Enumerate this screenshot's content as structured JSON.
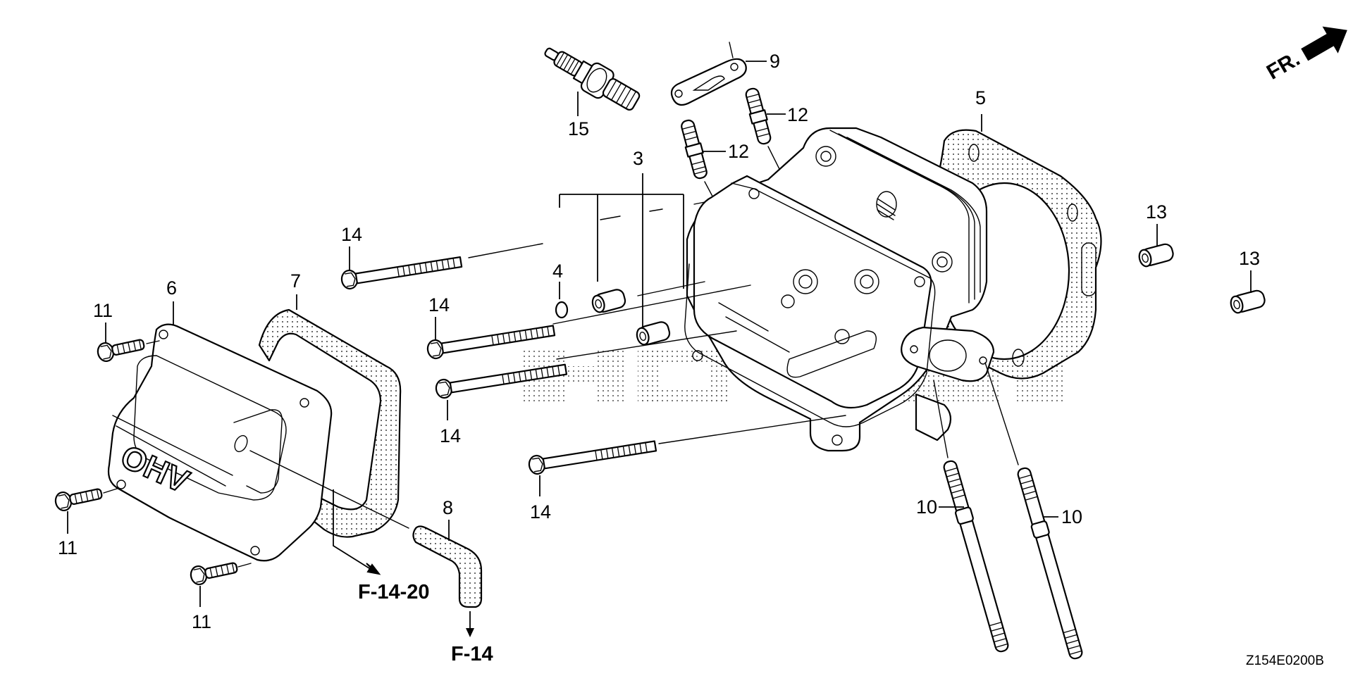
{
  "diagram": {
    "title": "Cylinder Head Exploded View",
    "diagram_code": "Z154E0200B",
    "orientation_indicator": {
      "label": "FR.",
      "icon": "front-direction-arrow-icon"
    },
    "cover_emboss_text": "OHV",
    "watermark": "HONDA",
    "cross_references": [
      {
        "id": "ref-f-14-20",
        "label": "F-14-20"
      },
      {
        "id": "ref-f-14",
        "label": "F-14"
      }
    ],
    "callouts": [
      {
        "part_no": "3",
        "part": "dowel pin (head)"
      },
      {
        "part_no": "4",
        "part": "o-ring"
      },
      {
        "part_no": "5",
        "part": "cylinder head gasket"
      },
      {
        "part_no": "6",
        "part": "head cover"
      },
      {
        "part_no": "7",
        "part": "head cover gasket"
      },
      {
        "part_no": "8",
        "part": "breather tube"
      },
      {
        "part_no": "9",
        "part": "exhaust gasket"
      },
      {
        "part_no": "10",
        "part": "stud bolt (long)"
      },
      {
        "part_no": "10",
        "part": "stud bolt (long)"
      },
      {
        "part_no": "11",
        "part": "flange bolt (cover)"
      },
      {
        "part_no": "11",
        "part": "flange bolt (cover)"
      },
      {
        "part_no": "11",
        "part": "flange bolt (cover)"
      },
      {
        "part_no": "12",
        "part": "stud bolt (exhaust)"
      },
      {
        "part_no": "12",
        "part": "stud bolt (exhaust)"
      },
      {
        "part_no": "13",
        "part": "dowel pin"
      },
      {
        "part_no": "13",
        "part": "dowel pin"
      },
      {
        "part_no": "14",
        "part": "head bolt"
      },
      {
        "part_no": "14",
        "part": "head bolt"
      },
      {
        "part_no": "14",
        "part": "head bolt"
      },
      {
        "part_no": "14",
        "part": "head bolt"
      },
      {
        "part_no": "15",
        "part": "spark plug"
      }
    ]
  }
}
